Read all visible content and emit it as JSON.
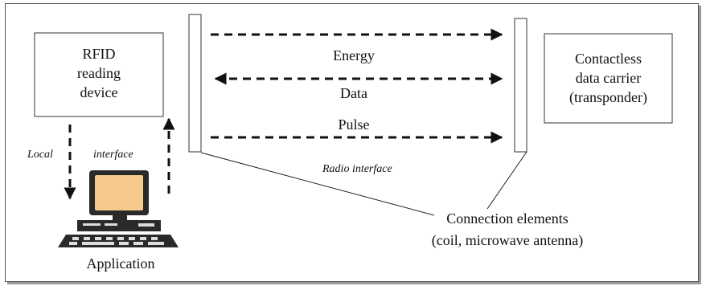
{
  "reader": {
    "line1": "RFID",
    "line2": "reading",
    "line3": "device"
  },
  "transponder": {
    "line1": "Contactless",
    "line2": "data carrier",
    "line3": "(transponder)"
  },
  "flows": {
    "energy": "Energy",
    "data": "Data",
    "pulse": "Pulse"
  },
  "labels": {
    "local": "Local",
    "interface": "interface",
    "radio_interface": "Radio interface",
    "connection_line1": "Connection elements",
    "connection_line2": "(coil, microwave antenna)",
    "application": "Application"
  }
}
